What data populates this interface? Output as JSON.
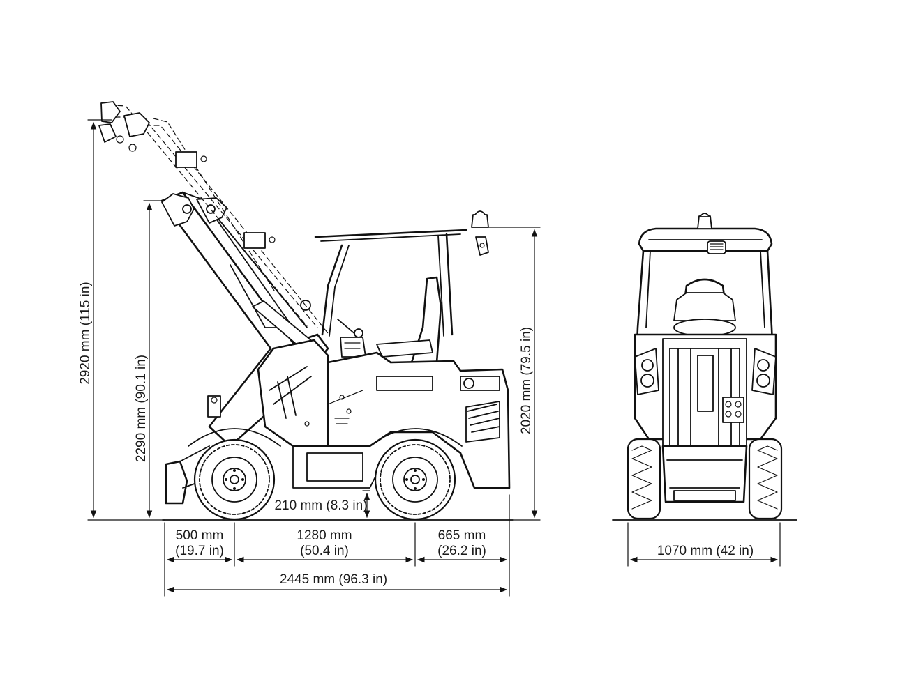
{
  "dimensions": {
    "max_height": "2920 mm (115 in)",
    "pin_height": "2290 mm (90.1 in)",
    "canopy_height": "2020 mm (79.5 in)",
    "ground_clearance": "210 mm (8.3 in)",
    "front_overhang": {
      "mm": "500 mm",
      "in": "(19.7 in)"
    },
    "wheelbase": {
      "mm": "1280 mm",
      "in": "(50.4 in)"
    },
    "rear_overhang": {
      "mm": "665 mm",
      "in": "(26.2 in)"
    },
    "total_length": "2445 mm (96.3 in)",
    "width": "1070 mm (42 in)"
  },
  "colors": {
    "line": "#111111",
    "background": "#ffffff"
  }
}
